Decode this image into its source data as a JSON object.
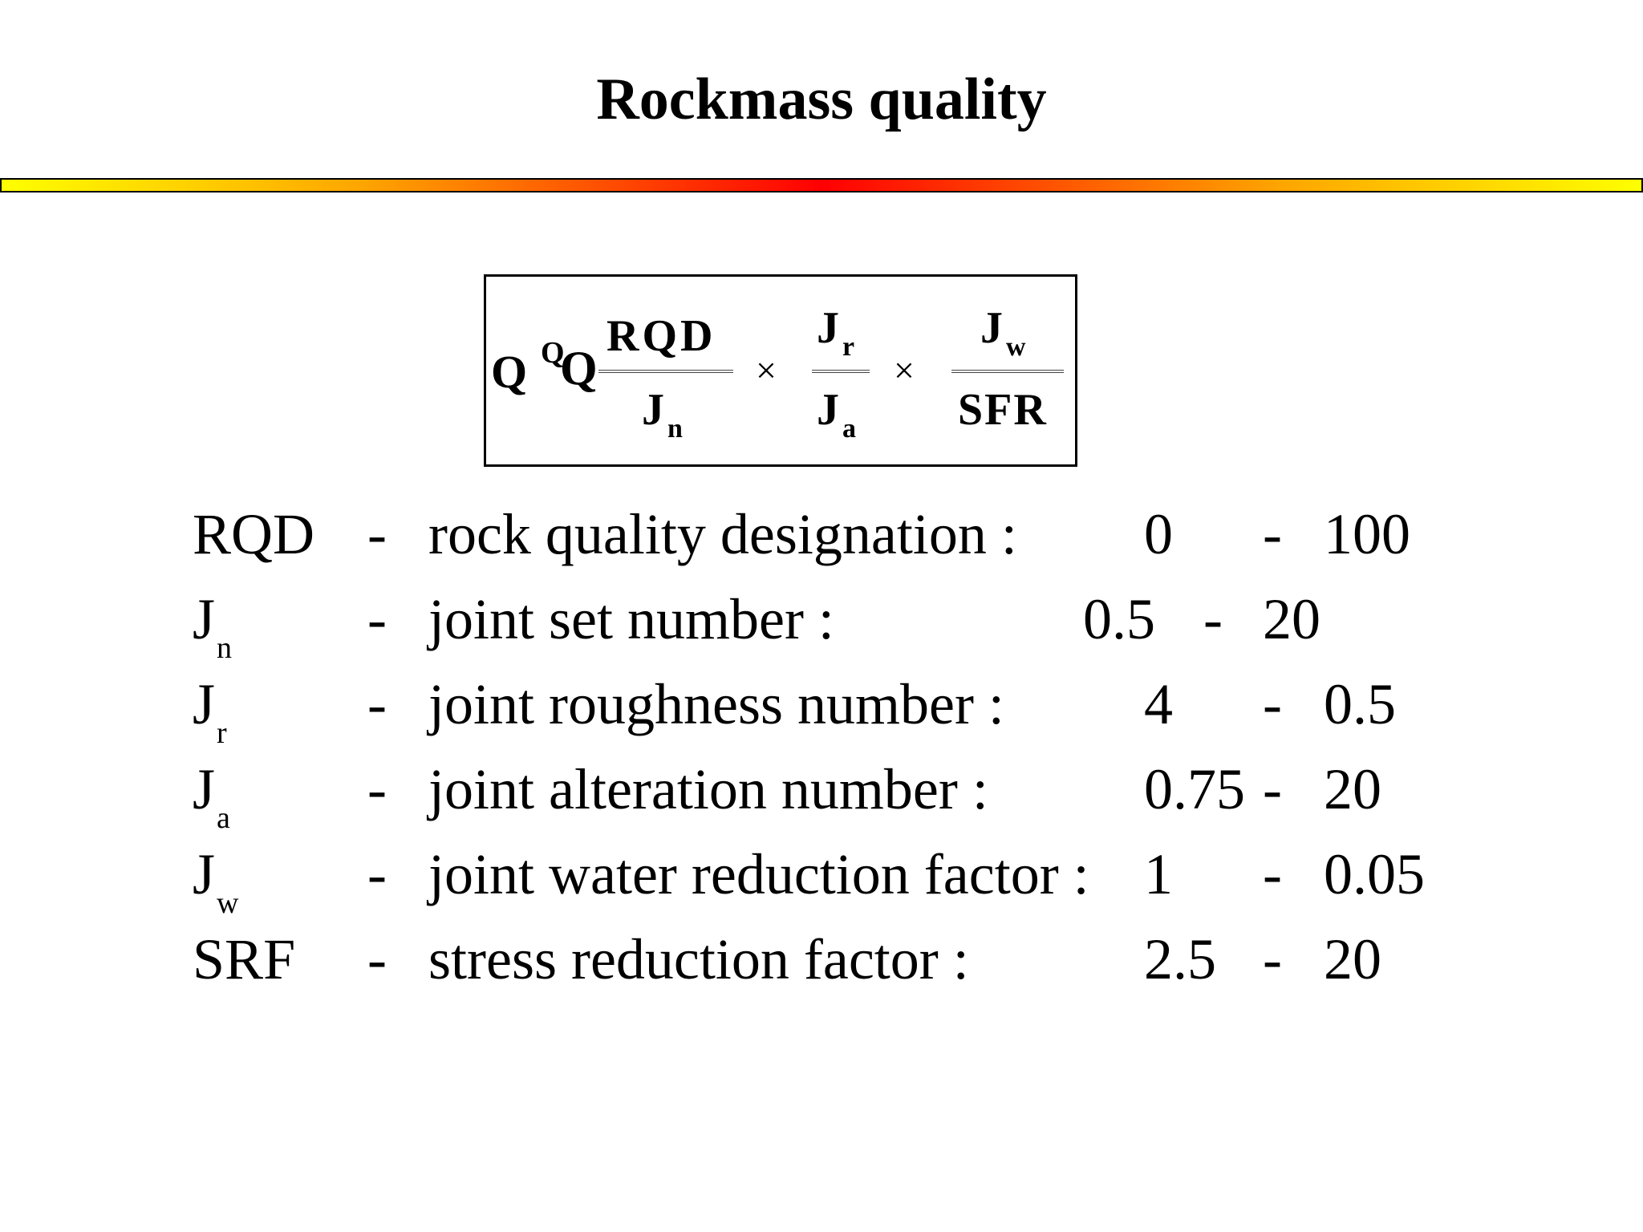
{
  "title": "Rockmass quality",
  "formula": {
    "lhs_a": "Q",
    "lhs_b": "Q",
    "lhs_c": "Q",
    "f1_num": "RQD",
    "f1_den_main": "J",
    "f1_den_sub": "n",
    "times1": "×",
    "f2_num_main": "J",
    "f2_num_sub": "r",
    "f2_den_main": "J",
    "f2_den_sub": "a",
    "times2": "×",
    "f3_num_main": "J",
    "f3_num_sub": "w",
    "f3_den": "SFR"
  },
  "parameters": [
    {
      "symbol": "RQD",
      "sub": "",
      "dash": "-",
      "description": "rock quality designation :",
      "min": "0",
      "sep": "-",
      "max": "100"
    },
    {
      "symbol": "J",
      "sub": "n",
      "dash": "-",
      "description": "joint set number :",
      "min": "0.5",
      "sep": "-",
      "max": "20"
    },
    {
      "symbol": "J",
      "sub": "r",
      "dash": "-",
      "description": "joint roughness number :",
      "min": "4",
      "sep": "-",
      "max": "0.5"
    },
    {
      "symbol": "J",
      "sub": "a",
      "dash": "-",
      "description": "joint alteration number :",
      "min": "0.75",
      "sep": "-",
      "max": "20"
    },
    {
      "symbol": "J",
      "sub": "w",
      "dash": "-",
      "description": "joint water reduction factor :",
      "min": "1",
      "sep": "-",
      "max": "0.05"
    },
    {
      "symbol": "SRF",
      "sub": "",
      "dash": "-",
      "description": "stress reduction factor :",
      "min": "2.5",
      "sep": "-",
      "max": "20"
    }
  ]
}
